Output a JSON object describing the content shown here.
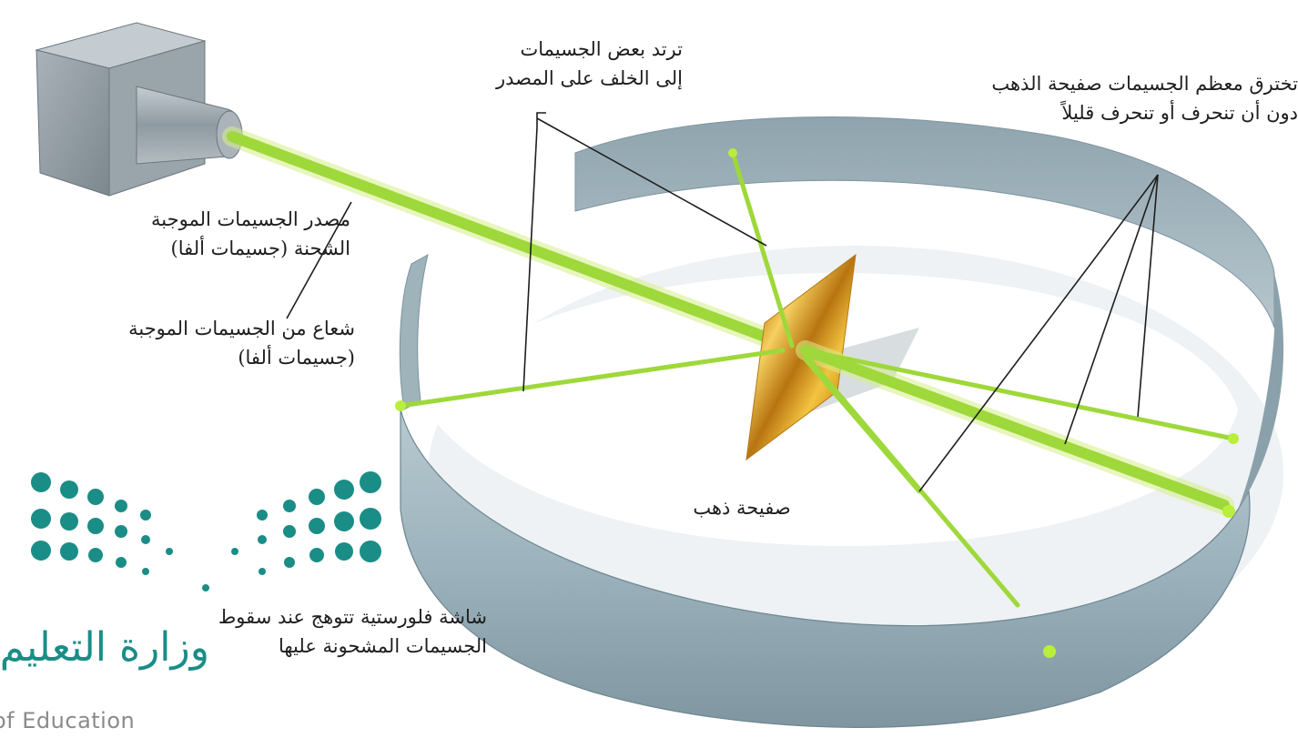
{
  "labels": {
    "bounce_back": [
      "ترتد بعض الجسيمات",
      "إلى الخلف على المصدر"
    ],
    "pass_through": [
      "تخترق معظم الجسيمات صفيحة الذهب",
      "دون أن تنحرف أو تنحرف قليلاً"
    ],
    "source": [
      "مصدر الجسيمات الموجبة",
      "الشحنة (جسيمات ألفا)"
    ],
    "beam": [
      "شعاع من الجسيمات الموجبة",
      "(جسيمات ألفا)"
    ],
    "gold_foil": "صفيحة ذهب",
    "screen": [
      "شاشة فلورستية تتوهج عند سقوط",
      "الجسيمات المشحونة عليها"
    ]
  },
  "logo": {
    "arabic_text": "وزارة التعليم",
    "english_text": "of Education",
    "color": "#1a8d87"
  },
  "colors": {
    "beam": "#9ed83a",
    "beam_glow": "#d6f08a",
    "ring_outer": "#8fa6b0",
    "ring_inner": "#c9d7dd",
    "source_box": "#8f9aa2",
    "gold": "#e0a020"
  }
}
